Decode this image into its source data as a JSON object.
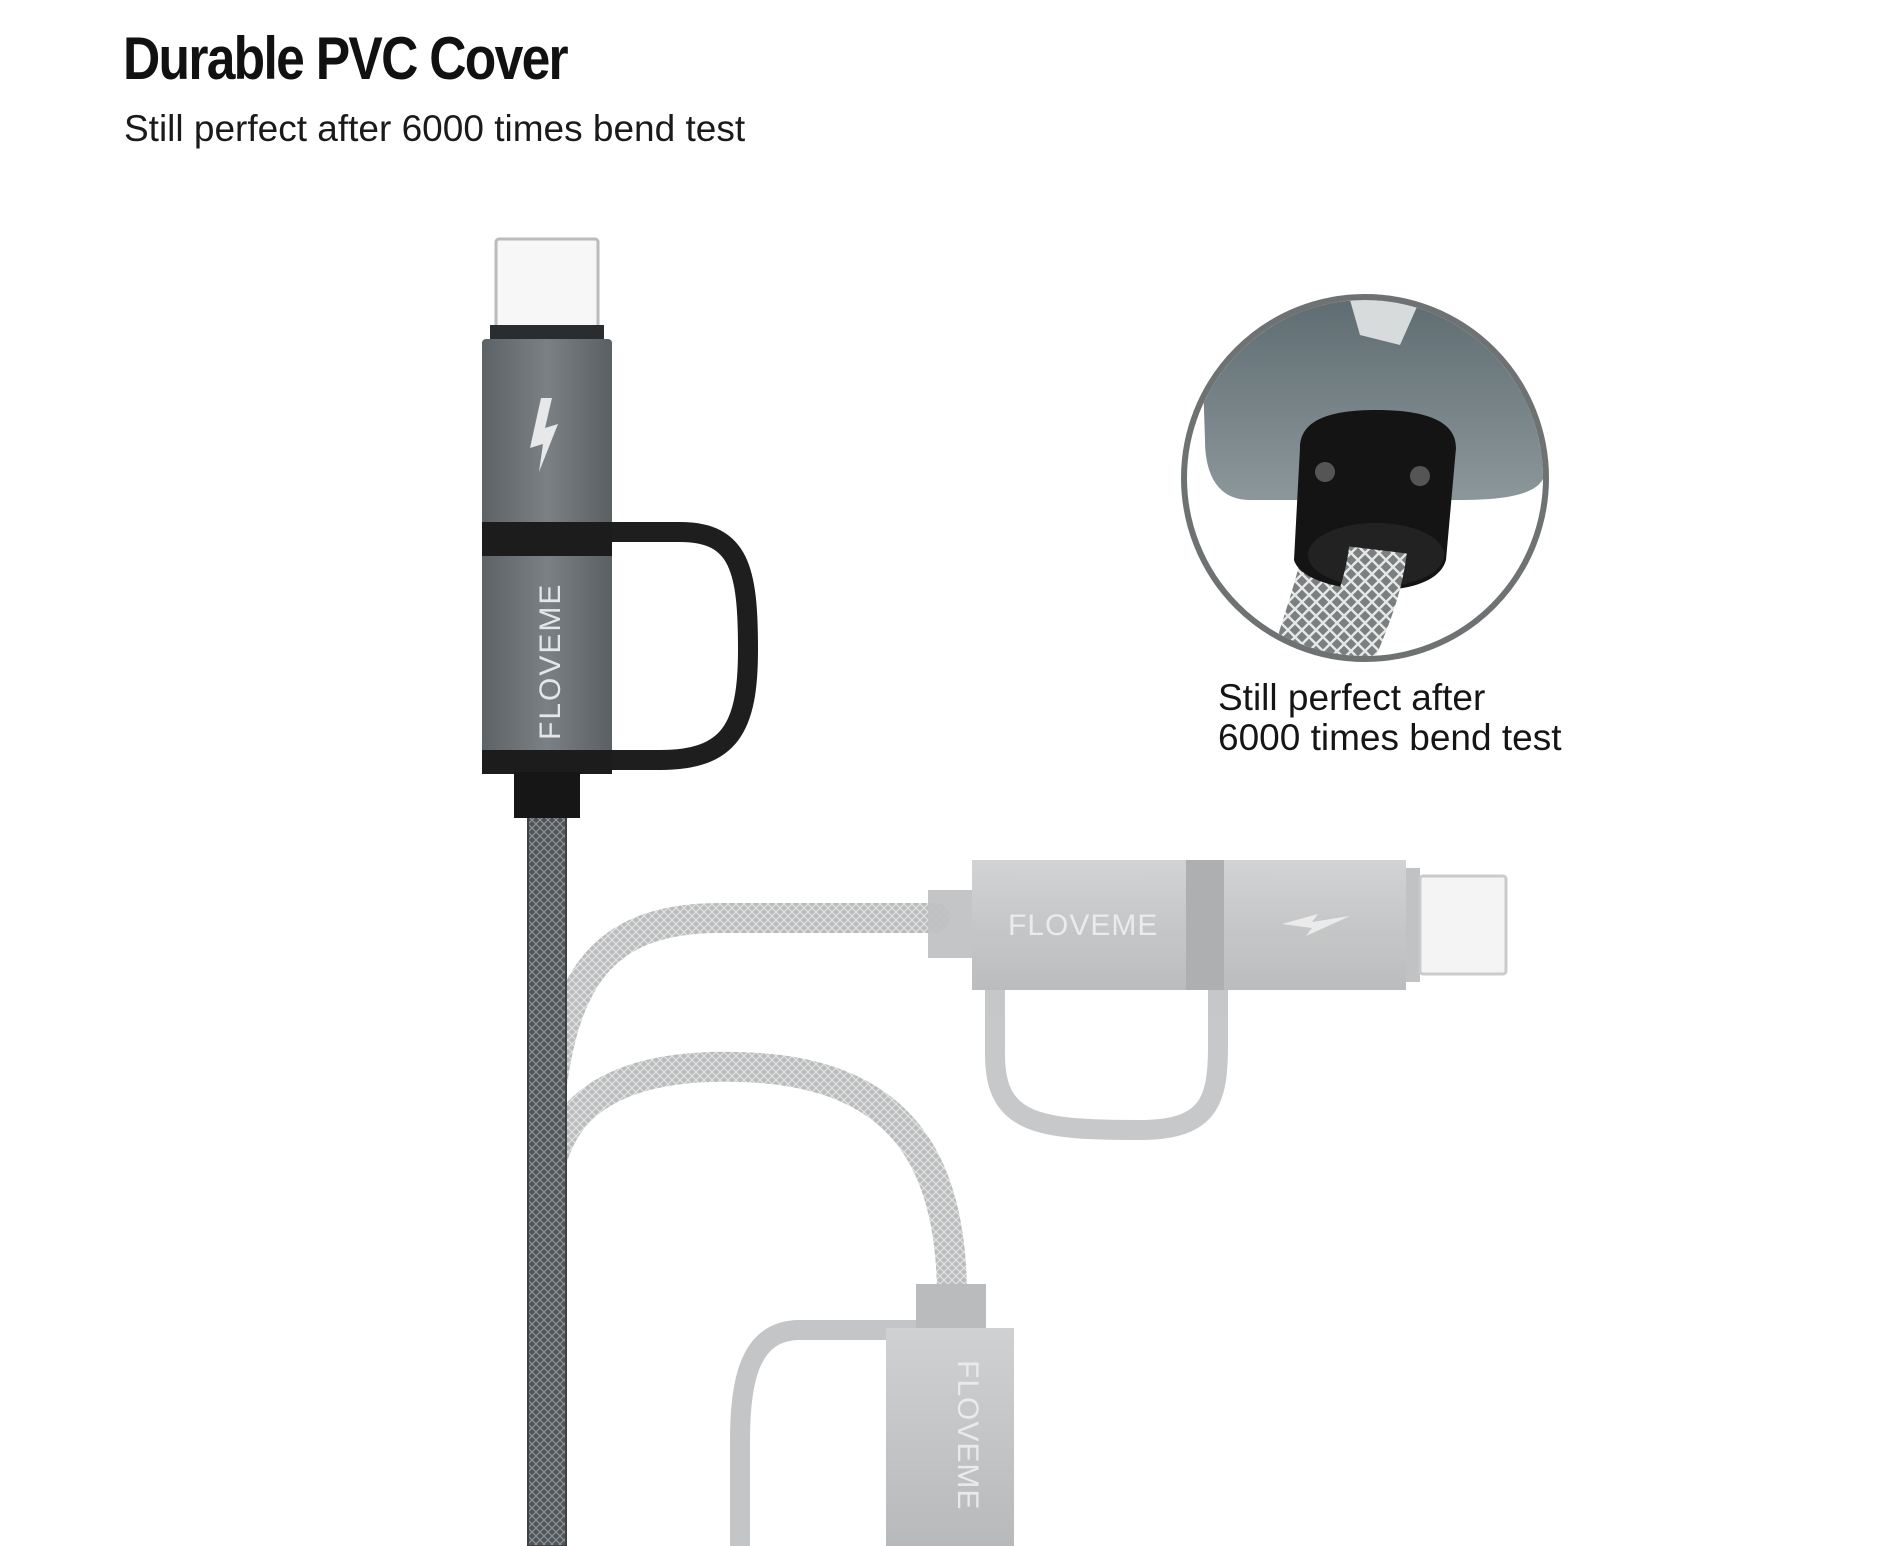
{
  "hero": {
    "title": "Durable PVC Cover",
    "subtitle": "Still perfect after 6000 times bend test"
  },
  "callout": {
    "line1": "Still perfect after",
    "line2": "6000 times bend test"
  },
  "product": {
    "brand": "FLOVEME",
    "icon": "lightning-bolt-icon"
  },
  "colors": {
    "background": "#ffffff",
    "metal_dark": "#6b7174",
    "metal_faded": "#c2c4c5",
    "band_dark": "#1f1f1f",
    "cable_mesh": "#555a5c"
  }
}
